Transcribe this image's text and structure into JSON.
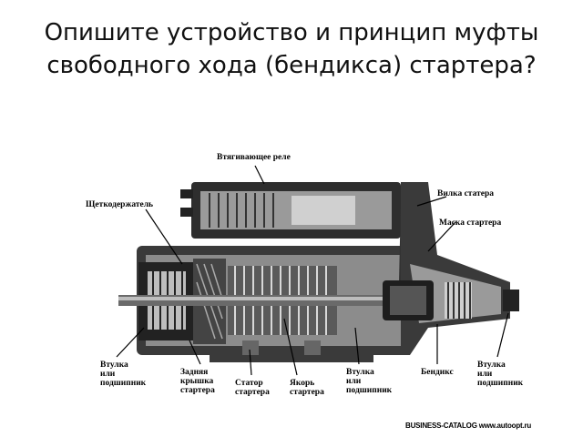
{
  "title": "Опишите устройство и принцип муфты свободного хода (бендикса) стартера?",
  "labels": {
    "relay": "Втягивающее реле",
    "fork": "Вилка статера",
    "brush_holder": "Щеткодержатель",
    "mask": "Маска стартера",
    "bushing_left": "Втулка\nили\nподшипник",
    "rear_cover": "Задняя\nкрышка\nстартера",
    "stator": "Статор\nстартера",
    "armature": "Якорь\nстартера",
    "bushing_mid": "Втулка\nили\nподшипник",
    "bendix": "Бендикс",
    "bushing_right": "Втулка\nили\nподшипник"
  },
  "watermark": "BUSINESS-CATALOG www.autoopt.ru",
  "colors": {
    "ink": "#000000",
    "body": "#2b2b2b",
    "mid": "#7a7a7a",
    "light": "#cfcfcf"
  }
}
